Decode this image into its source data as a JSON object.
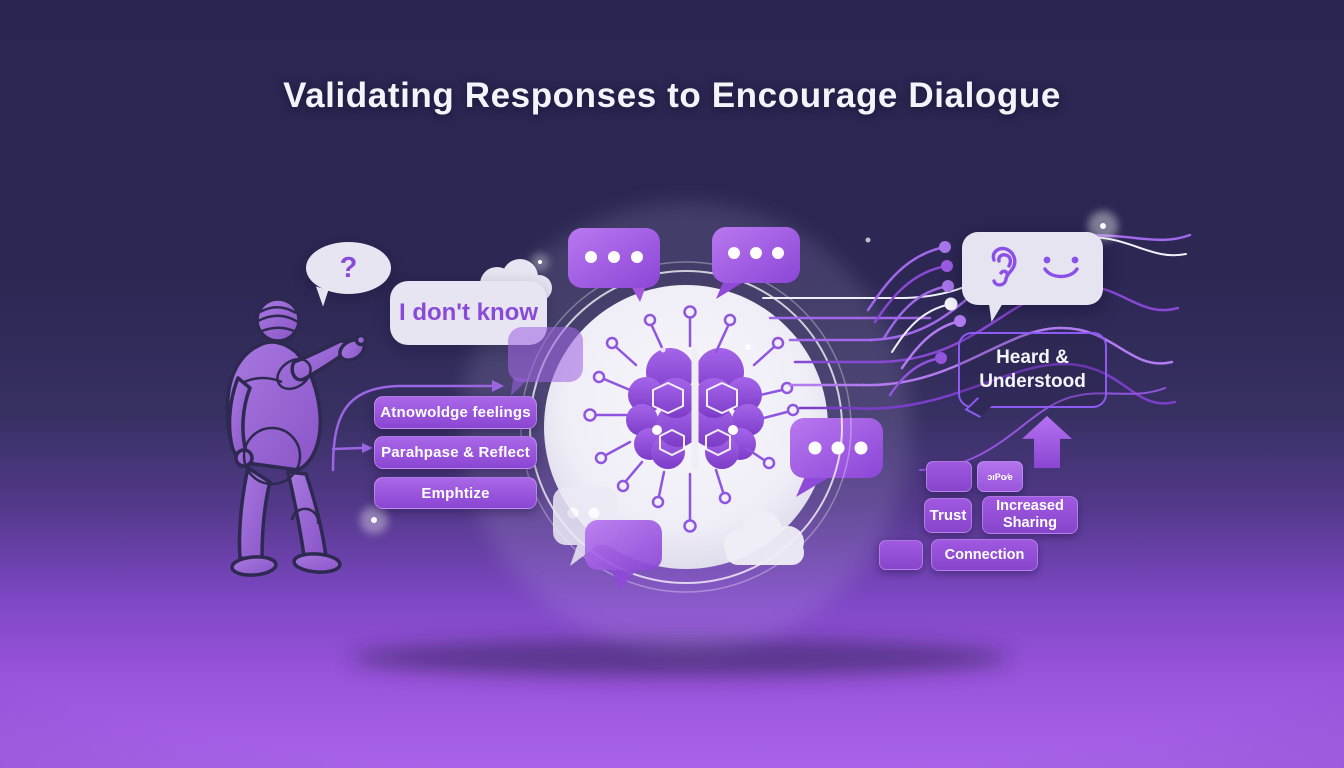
{
  "title": "Validating Responses to Encourage Dialogue",
  "speaker": {
    "question_mark": "?",
    "statement": "I don't know"
  },
  "techniques": [
    "Atnowoldge feelings",
    "Parahpase & Reflect",
    "Emphtize"
  ],
  "listener": {
    "response": "Heard & Understood"
  },
  "outcomes": {
    "mini_label": "ɔıPo⁄e",
    "items": [
      "Trust",
      "Increased Sharing",
      "Connection"
    ]
  },
  "colors": {
    "background_top": "#2b2651",
    "background_bottom": "#a55de6",
    "accent_purple": "#8b4fd8",
    "bubble_light": "#e7e5f2",
    "panel_purple": "#9a55dc",
    "outline_purple": "#8d5af2",
    "text_light": "#f4f3f9"
  }
}
